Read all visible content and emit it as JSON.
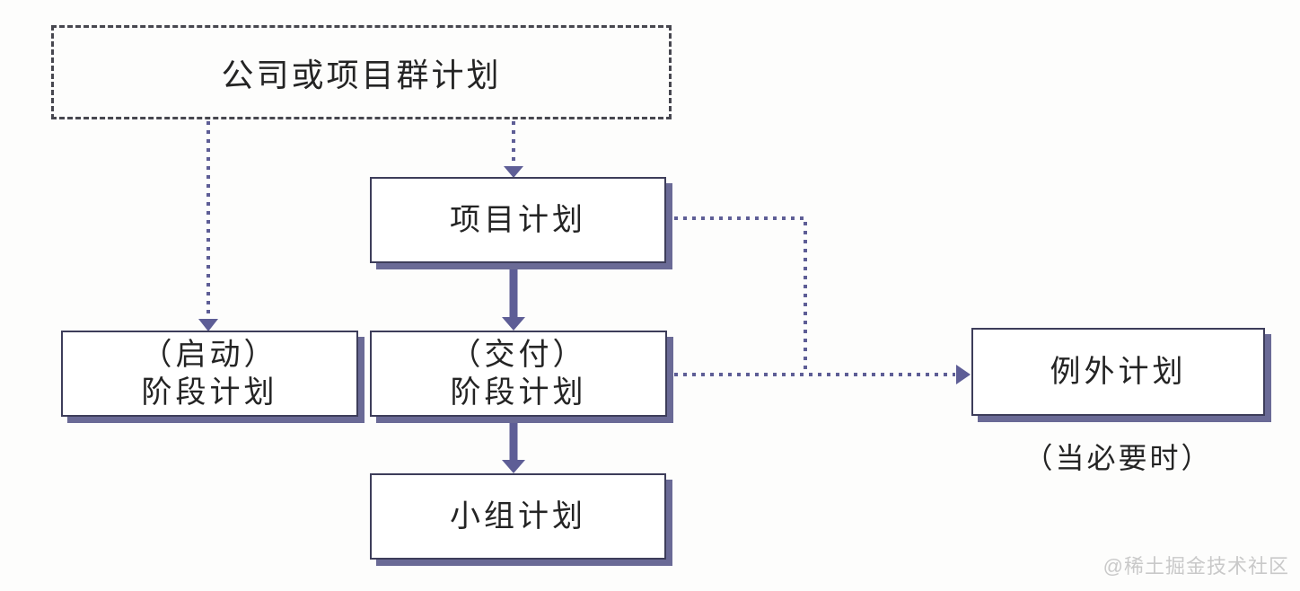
{
  "colors": {
    "background": "#fdfdfc",
    "text": "#242424",
    "arrow": "#5e5e96",
    "box_border": "#3d3d5a",
    "box_shadow": "#6a6a96",
    "dashed_border": "#47474f",
    "watermark": "#c9c9c9"
  },
  "diagram": {
    "corporate": {
      "label": "公司或项目群计划"
    },
    "project": {
      "label": "项目计划"
    },
    "initiation": {
      "line1": "（启动）",
      "line2": "阶段计划"
    },
    "delivery": {
      "line1": "（交付）",
      "line2": "阶段计划"
    },
    "team": {
      "label": "小组计划"
    },
    "exception": {
      "label": "例外计划",
      "note": "（当必要时）"
    }
  },
  "watermark": {
    "label": "@稀土掘金技术社区"
  }
}
